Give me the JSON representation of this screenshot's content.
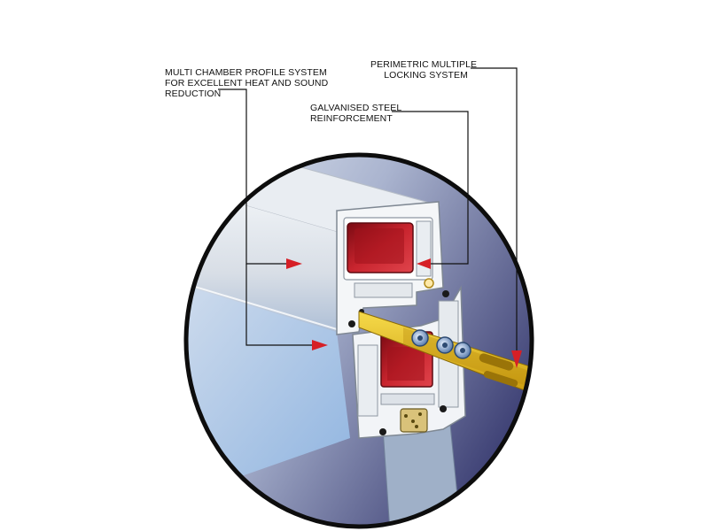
{
  "labels": {
    "multi_chamber": {
      "lines": [
        "MULTI CHAMBER PROFILE SYSTEM",
        "FOR EXCELLENT HEAT AND SOUND",
        "REDUCTION"
      ]
    },
    "steel": {
      "lines": [
        "GALVANISED STEEL",
        "REINFORCEMENT"
      ]
    },
    "locking": {
      "lines": [
        "PERIMETRIC MULTIPLE",
        "LOCKING SYSTEM"
      ]
    }
  },
  "colors": {
    "frame": "#ffffff",
    "rim": "#0d0d0d",
    "background_light": "#dce6f0",
    "background_dark": "#4a4d7e",
    "profile": "#eef1f4",
    "profile_shadow": "#c5cbd3",
    "steel_reinforcement": "#b01a24",
    "locking_bar": "#e8c21a",
    "arrow": "#d61f26",
    "leader_line": "#111111"
  }
}
